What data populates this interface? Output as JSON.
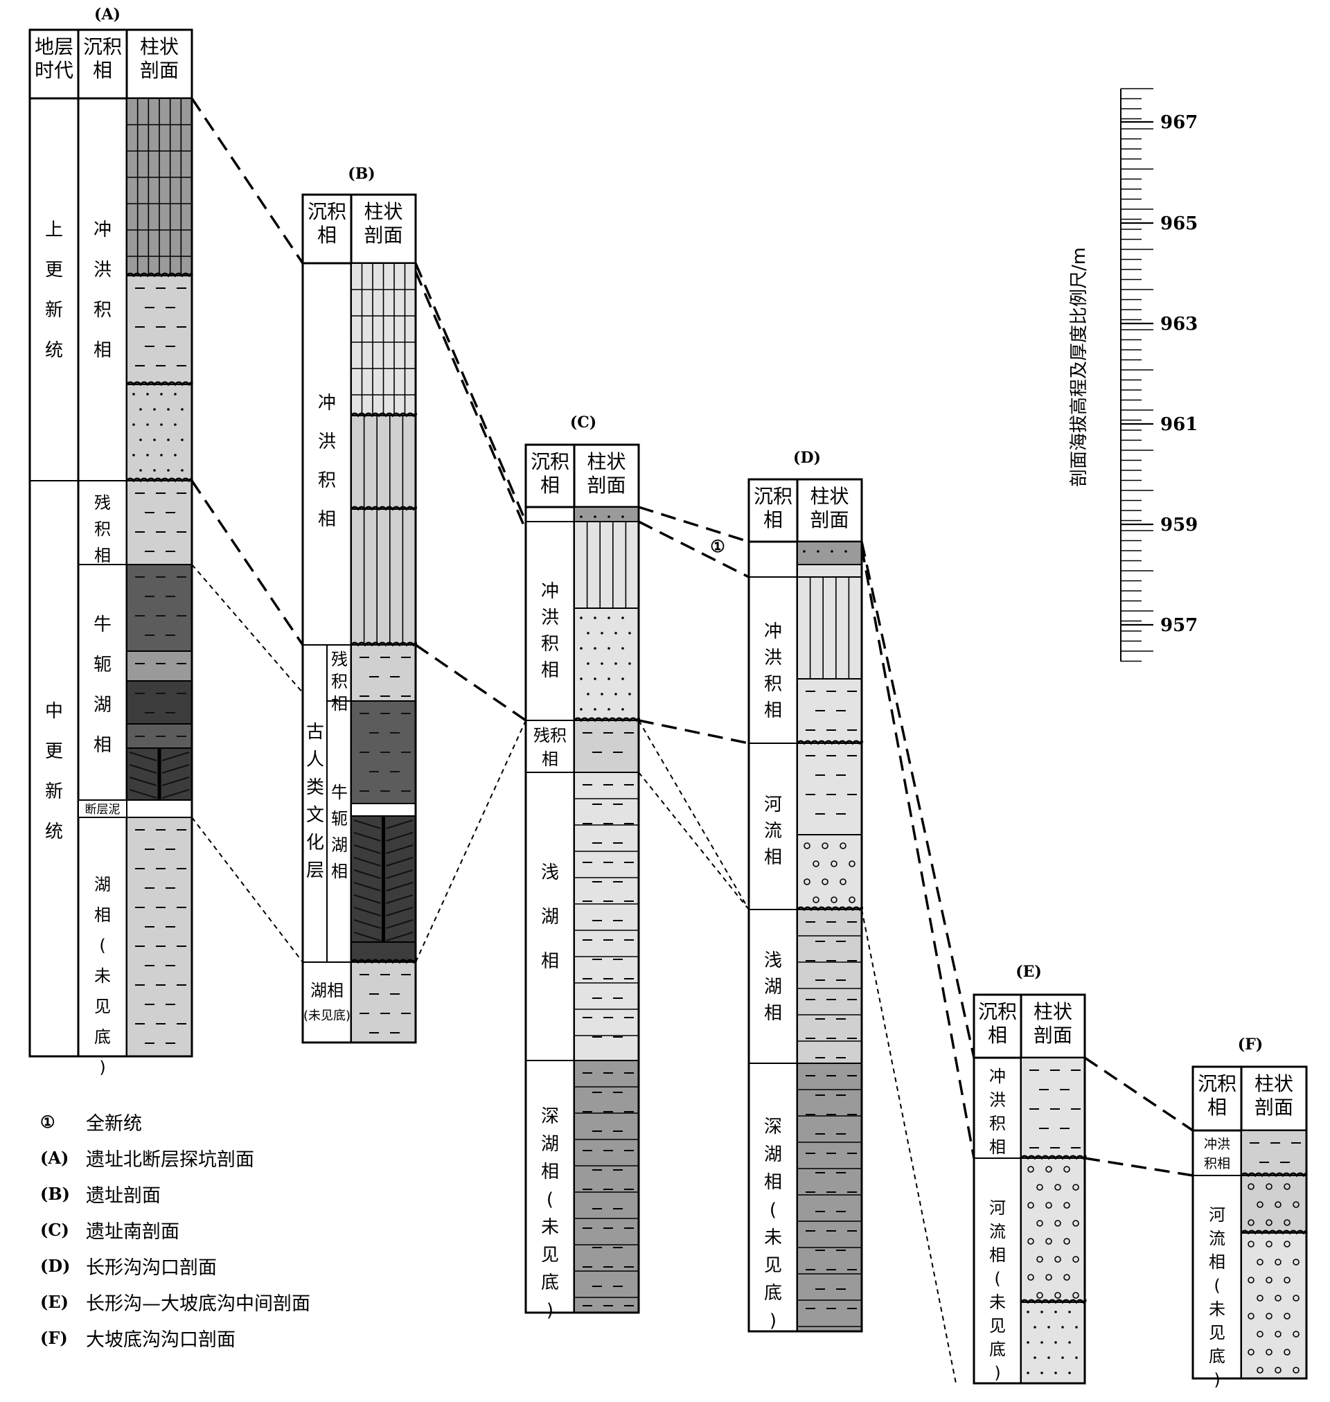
{
  "columns": [
    {
      "id": "A",
      "label": "(A)",
      "headers": [
        "地层\n时代",
        "沉积\n相",
        "柱状\n剖面"
      ],
      "strata": [
        "上\n更\n新\n统",
        "中\n更\n新\n统"
      ],
      "facies": [
        "冲\n洪\n积\n相",
        "残\n积\n相",
        "牛\n轭\n湖\n相",
        "断层泥",
        "湖\n相\n(\n未\n见\n底\n)"
      ]
    },
    {
      "id": "B",
      "label": "(B)",
      "headers": [
        "沉积\n相",
        "柱状\n剖面"
      ],
      "facies": [
        "冲\n洪\n积\n相",
        "古\n人\n类\n文\n化\n层",
        "残\n积\n相",
        "牛\n轭\n湖\n相",
        "湖相",
        "(未见底)"
      ]
    },
    {
      "id": "C",
      "label": "(C)",
      "headers": [
        "沉积\n相",
        "柱状\n剖面"
      ],
      "facies": [
        "冲\n洪\n积\n相",
        "残积\n相",
        "浅\n湖\n相",
        "深\n湖\n相\n(\n未\n见\n底\n)"
      ]
    },
    {
      "id": "D",
      "label": "(D)",
      "headers": [
        "沉积\n相",
        "柱状\n剖面"
      ],
      "facies": [
        "冲\n洪\n积\n相",
        "河\n流\n相",
        "浅\n湖\n相",
        "深\n湖\n相\n(\n未\n见\n底\n)"
      ]
    },
    {
      "id": "E",
      "label": "(E)",
      "headers": [
        "沉积\n相",
        "柱状\n剖面"
      ],
      "facies": [
        "冲\n洪\n积\n相",
        "河\n流\n相\n(\n未\n见\n底\n)"
      ]
    },
    {
      "id": "F",
      "label": "(F)",
      "headers": [
        "沉积\n相",
        "柱状\n剖面"
      ],
      "facies": [
        "冲洪\n积相",
        "河\n流\n相\n(\n未\n见\n底\n)"
      ]
    }
  ],
  "marker": "①",
  "scale": {
    "title": "剖面海拔高程及厚度比例尺/m",
    "ticks": [
      "967",
      "965",
      "963",
      "961",
      "959",
      "957"
    ]
  },
  "legend": [
    {
      "key": "①",
      "text": "全新统"
    },
    {
      "key": "(A)",
      "text": "遗址北断层探坑剖面"
    },
    {
      "key": "(B)",
      "text": "遗址剖面"
    },
    {
      "key": "(C)",
      "text": "遗址南剖面"
    },
    {
      "key": "(D)",
      "text": "长形沟沟口剖面"
    },
    {
      "key": "(E)",
      "text": "长形沟—大坡底沟中间剖面"
    },
    {
      "key": "(F)",
      "text": "大坡底沟沟口剖面"
    }
  ]
}
